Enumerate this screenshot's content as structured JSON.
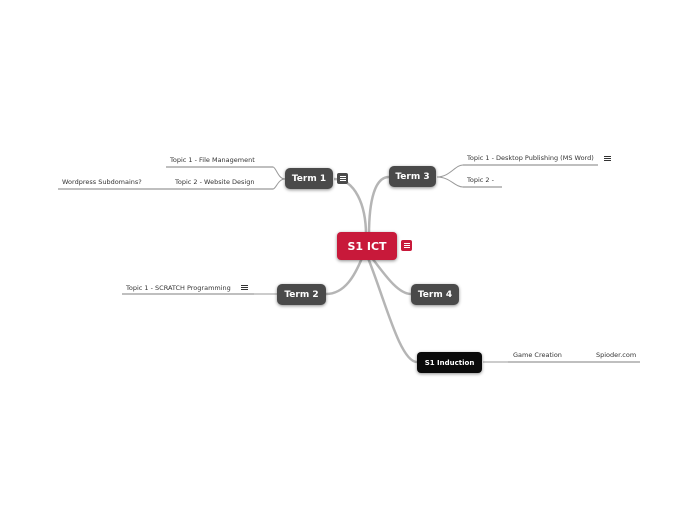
{
  "map": {
    "central": {
      "label": "S1 ICT"
    },
    "term1": {
      "label": "Term 1",
      "topics": [
        "Topic 1 - File Management",
        "Topic 2 - Website Design"
      ],
      "subtopic": "Wordpress Subdomains?"
    },
    "term2": {
      "label": "Term 2",
      "topics": [
        "Topic 1 - SCRATCH Programming"
      ]
    },
    "term3": {
      "label": "Term 3",
      "topics": [
        "Topic 1 - Desktop Publishing (MS Word)",
        "Topic 2 -"
      ]
    },
    "term4": {
      "label": "Term 4"
    },
    "induction": {
      "label": "S1 Induction",
      "topic": "Game Creation",
      "subtopic": "Spioder.com"
    }
  },
  "colors": {
    "central": "#c8193a",
    "term": "#4a4a4a",
    "induction": "#0a0a0a",
    "connector": "#b5b5b5",
    "underline": "#555555"
  },
  "icons": [
    "notes-icon"
  ]
}
